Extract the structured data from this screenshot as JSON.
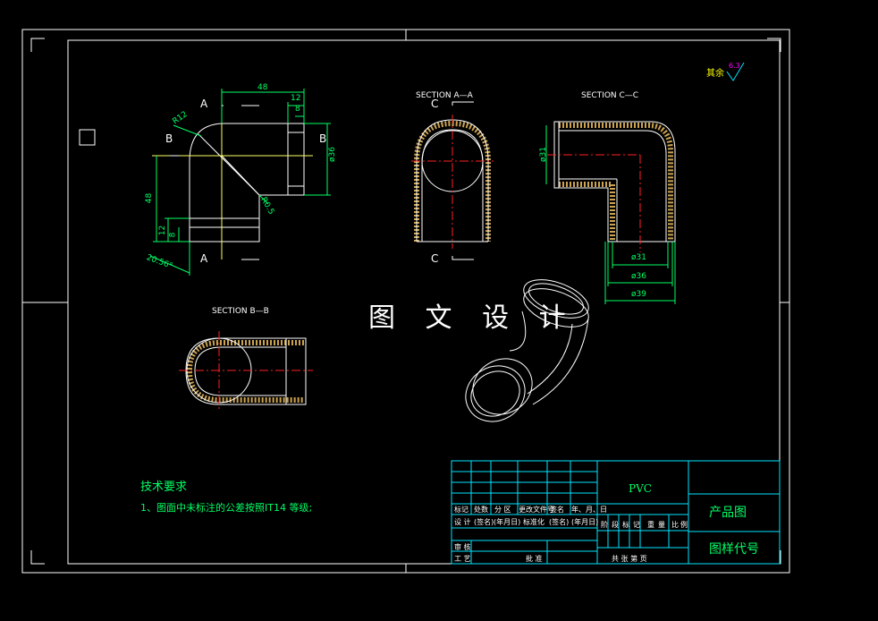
{
  "drawing": {
    "watermark": "图 文 设 计",
    "roughness": {
      "prefix": "其余",
      "value": "6.3"
    },
    "sections": {
      "aa": "SECTION A—A",
      "cc": "SECTION C—C",
      "bb": "SECTION B—B"
    },
    "cut_letters": {
      "a_top": "A",
      "a_bottom": "A",
      "b_left": "B",
      "b_right": "B",
      "c_top": "C",
      "c_bottom": "C"
    },
    "dims": {
      "d48_top": "48",
      "d12_top": "12",
      "d8_top": "8",
      "r12": "R12",
      "d36": "ø36",
      "d48_left": "48",
      "d12_left": "12",
      "d8_left": "8",
      "r05": "R0.5",
      "ang": "20.56°",
      "d31_left": "ø31",
      "d31": "ø31",
      "d36_b": "ø36",
      "d39": "ø39"
    },
    "notes": {
      "title": "技术要求",
      "line1": "1、图面中未标注的公差按照IT14 等级;"
    }
  },
  "title_block": {
    "material": "PVC",
    "drawing_name": "产品图",
    "drawing_code": "图样代号",
    "row_headers": [
      "标记",
      "处数",
      "分 区",
      "更改文件号",
      "签名",
      "年、月、日"
    ],
    "row_design": [
      "设 计",
      "(签名)",
      "(年月日)",
      "标准化",
      "(签名)",
      "(年月日)"
    ],
    "stage_labels": [
      "阶",
      "段",
      "标",
      "记",
      "重",
      "量",
      "比",
      "例"
    ],
    "review": "审 核",
    "process": "工 艺",
    "approve": "批 准",
    "sheets": "共   张   第   页"
  },
  "colors": {
    "frame": "#ffffff",
    "dim": "#00ff66",
    "center": "#ff2020",
    "object": "#ffff66",
    "hatch": "#ffcc66",
    "cyan": "#00e5ff"
  }
}
